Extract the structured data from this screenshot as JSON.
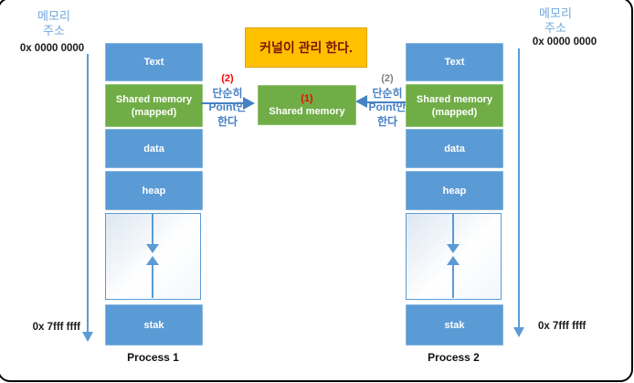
{
  "note": {
    "text": "커널이 관리 한다."
  },
  "center_box": {
    "step_label": "(1)",
    "title": "Shared memory"
  },
  "memory_axis": {
    "title_line1": "메모리",
    "title_line2": "주소",
    "start_address": "0x 0000 0000",
    "end_address": "0x 7fff ffff"
  },
  "segments": {
    "text": "Text",
    "shared_line1": "Shared memory",
    "shared_line2": "(mapped)",
    "data": "data",
    "heap": "heap",
    "stack": "stak"
  },
  "pointer_note_left": {
    "step_label": "(2)",
    "line1": "단순히",
    "line2": "Point만",
    "line3": "한다"
  },
  "pointer_note_right": {
    "step_label": "(2)",
    "line1": "단순히",
    "line2": "Point만",
    "line3": "한다"
  },
  "process_left": {
    "name": "Process 1"
  },
  "process_right": {
    "name": "Process 2"
  },
  "colors": {
    "segment_blue": "#5B9BD5",
    "shared_green": "#70AD47",
    "note_yellow": "#FFC000",
    "note_text_dark_red": "#7B1400",
    "step_red": "#FF0000",
    "step_gray": "#7F7F7F",
    "annotation_blue": "#4681C4",
    "memory_label_blue": "#6FA8DC"
  }
}
